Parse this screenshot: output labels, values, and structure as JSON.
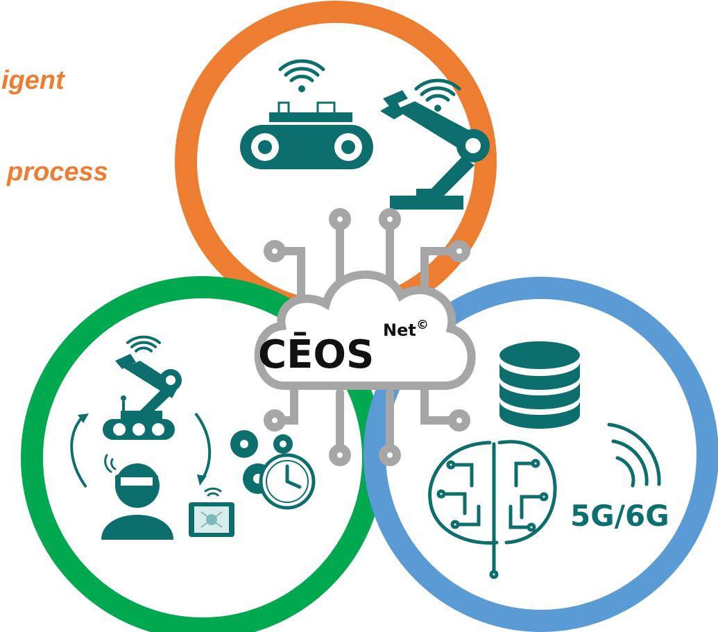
{
  "top_text": {
    "line1": "igent",
    "line2": "process"
  },
  "center": {
    "brand": "CĒOS",
    "superscript": "Net",
    "copyright": "©"
  },
  "right_circle": {
    "network_label": "5G/6G"
  },
  "colors": {
    "orange": "#ED7D31",
    "green": "#00A84F",
    "blue": "#5B9BD5",
    "teal": "#0D6E6E",
    "gray": "#9E9E9E",
    "text_dark": "#111111"
  },
  "icons": {
    "top": [
      "conveyor-icon",
      "robot-arm-icon",
      "wifi-icon"
    ],
    "left": [
      "mobile-robot-icon",
      "cycle-arrows-icon",
      "vr-user-icon",
      "tablet-icon",
      "gears-clock-icon"
    ],
    "right": [
      "database-icon",
      "ai-brain-icon",
      "signal-waves-icon"
    ],
    "center": [
      "cloud-circuit-icon"
    ]
  }
}
